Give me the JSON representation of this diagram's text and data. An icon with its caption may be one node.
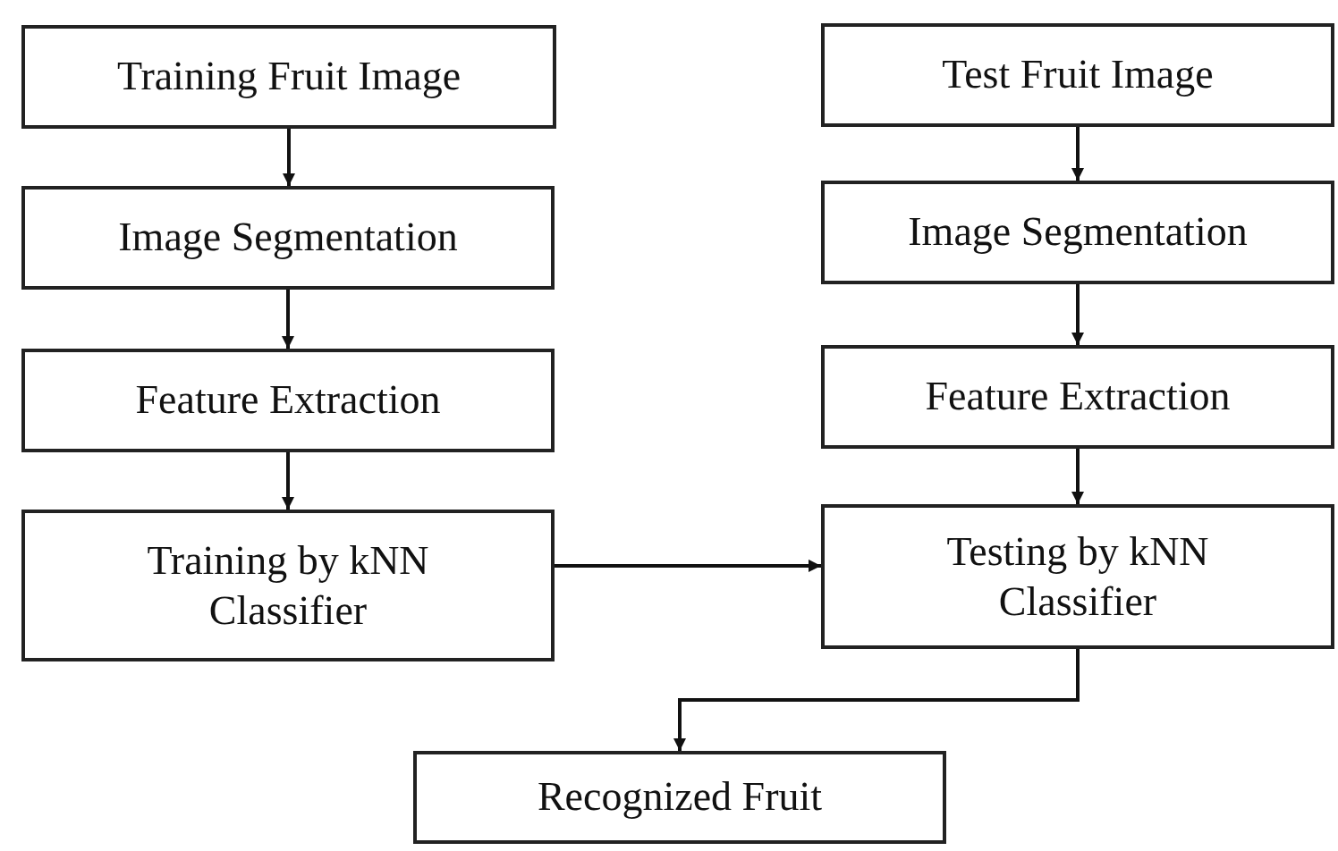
{
  "diagram": {
    "nodes": [
      {
        "text": [
          "Training Fruit Image"
        ]
      },
      {
        "text": [
          "Image Segmentation"
        ]
      },
      {
        "text": [
          "Feature Extraction"
        ]
      },
      {
        "text": [
          "Training by kNN Classifier"
        ]
      },
      {
        "text": [
          "Test Fruit Image"
        ]
      },
      {
        "text": [
          "Image Segmentation"
        ]
      },
      {
        "text": [
          "Feature Extraction"
        ]
      },
      {
        "text": [
          "Testing by kNN Classifier"
        ]
      },
      {
        "text": [
          "Recognized Fruit"
        ]
      }
    ],
    "edges": [
      {
        "from": 0,
        "to": 1,
        "arrow": "to"
      },
      {
        "from": 1,
        "to": 2,
        "arrow": "to"
      },
      {
        "from": 2,
        "to": 3,
        "arrow": "to"
      },
      {
        "from": 4,
        "to": 5,
        "arrow": "to"
      },
      {
        "from": 5,
        "to": 6,
        "arrow": "to"
      },
      {
        "from": 6,
        "to": 7,
        "arrow": "to"
      },
      {
        "from": 3,
        "to": 7,
        "arrow": "to"
      },
      {
        "from": 7,
        "to": 8,
        "arrow": "to"
      }
    ]
  }
}
